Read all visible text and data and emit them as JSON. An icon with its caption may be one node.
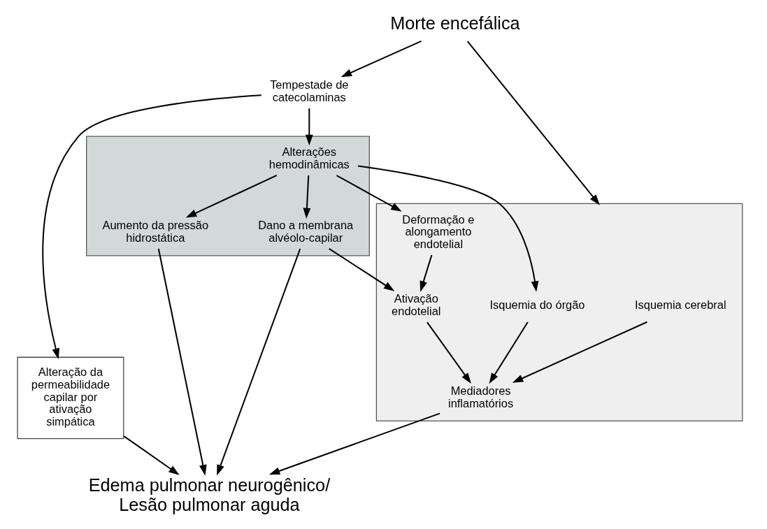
{
  "diagram": {
    "nodes": [
      {
        "text": [
          "Morte encefálica"
        ]
      },
      {
        "text": [
          "Tempestade de catecolaminas"
        ]
      },
      {
        "text": [
          "Alteração da permeabilidade capilar por ativação simpática"
        ]
      },
      {
        "text": [],
        "shape": "box"
      },
      {
        "text": [
          "Alterações hemodinâmicas"
        ],
        "in": 3
      },
      {
        "text": [
          "Aumento da pressão hidrostática"
        ],
        "in": 3
      },
      {
        "text": [
          "Dano a membrana alvéolo-capilar"
        ],
        "in": 3
      },
      {
        "text": [],
        "shape": "box"
      },
      {
        "text": [
          "Isquemia cerebral"
        ],
        "in": 7
      },
      {
        "text": [
          "Isquemia do órgão"
        ],
        "in": 7
      },
      {
        "text": [
          "Mediadores inflamatórios"
        ],
        "in": 7
      },
      {
        "text": [
          "Deformação e alongamento endotelial"
        ],
        "in": 7
      },
      {
        "text": [
          "Ativação endotelial"
        ],
        "in": 7
      },
      {
        "text": [
          "Edema pulmonar neurogênico/ Lesão pulmonar aguda"
        ]
      }
    ],
    "edges": [
      {
        "from": 0,
        "to": 1,
        "arrow": "to"
      },
      {
        "from": 0,
        "to": 7,
        "arrow": "to"
      },
      {
        "from": 1,
        "to": 2,
        "arrow": "to"
      },
      {
        "from": 1,
        "to": 4,
        "arrow": "to"
      },
      {
        "from": 4,
        "to": 9,
        "arrow": "to"
      },
      {
        "from": 4,
        "to": 5,
        "arrow": "to"
      },
      {
        "from": 4,
        "to": 6,
        "arrow": "to"
      },
      {
        "from": 4,
        "to": 11,
        "arrow": "to"
      },
      {
        "from": 8,
        "to": 10,
        "arrow": "to"
      },
      {
        "from": 9,
        "to": 10,
        "arrow": "to"
      },
      {
        "from": 11,
        "to": 12,
        "arrow": "to"
      },
      {
        "from": 6,
        "to": 12,
        "arrow": "to"
      },
      {
        "from": 12,
        "to": 10,
        "arrow": "to"
      },
      {
        "from": 5,
        "to": 13,
        "arrow": "to"
      },
      {
        "from": 6,
        "to": 13,
        "arrow": "to"
      },
      {
        "from": 2,
        "to": 13,
        "arrow": "to"
      },
      {
        "from": 10,
        "to": 13,
        "arrow": "to"
      }
    ]
  }
}
